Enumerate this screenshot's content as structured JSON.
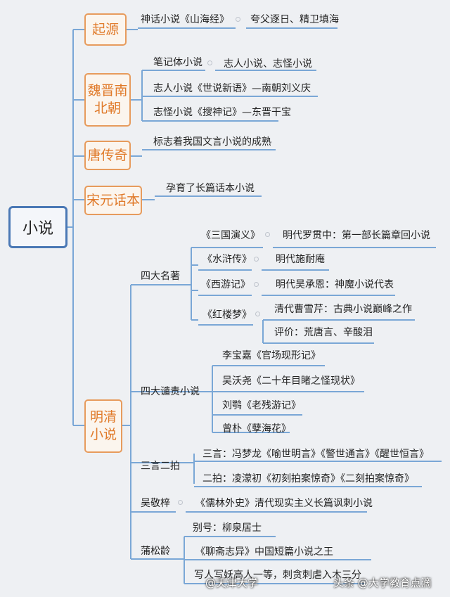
{
  "root": "小说",
  "eras": {
    "qiyuan": "起源",
    "weijin_1": "魏晋南",
    "weijin_2": "北朝",
    "tang": "唐传奇",
    "songyuan": "宋元话本",
    "mingqing_1": "明清",
    "mingqing_2": "小说"
  },
  "qiyuan": {
    "a": "神话小说《山海经》",
    "b": "夸父逐日、精卫填海"
  },
  "weijin": {
    "a1": "笔记体小说",
    "a2": "志人小说、志怪小说",
    "b": "志人小说《世说新语》—南朝刘义庆",
    "c": "志怪小说《搜神记》—东晋干宝"
  },
  "tang": "标志着我国文言小说的成熟",
  "songyuan": "孕育了长篇话本小说",
  "sida": {
    "label": "四大名著",
    "sanguo": "《三国演义》",
    "sanguo_d": "明代罗贯中：第一部长篇章回小说",
    "shuihu": "《水浒传》",
    "shuihu_d": "明代施耐庵",
    "xiyou": "《西游记》",
    "xiyou_d": "明代吴承恩：神魔小说代表",
    "honglou": "《红楼梦》",
    "honglou_d1": "清代曹雪芹：古典小说巅峰之作",
    "honglou_d2": "评价：荒唐言、辛酸泪"
  },
  "qianze": {
    "label": "四大谴责小说",
    "a": "李宝嘉《官场现形记》",
    "b": "吴沃尧《二十年目睹之怪现状》",
    "c": "刘鹗《老残游记》",
    "d": "曾朴《孽海花》"
  },
  "sanyan": {
    "label": "三言二拍",
    "a": "三言：冯梦龙《喻世明言》《警世通言》《醒世恒言》",
    "b": "二拍：凌濛初《初刻拍案惊奇》《二刻拍案惊奇》"
  },
  "wu": {
    "label": "吴敬梓",
    "a": "《儒林外史》清代现实主义长篇讽刺小说"
  },
  "pu": {
    "label": "蒲松龄",
    "a": "别号：柳泉居士",
    "b": "《聊斋志异》中国短篇小说之王",
    "c": "写人写妖高人一等，刺贪刺虐入木三分"
  },
  "watermarks": {
    "a": "@天津大学",
    "b": "头条 @大学教育点滴"
  },
  "colors": {
    "line": "#7aa7d6",
    "era_border": "#e79b5c",
    "era_text": "#e07a2a",
    "root_border": "#4a78b5"
  }
}
